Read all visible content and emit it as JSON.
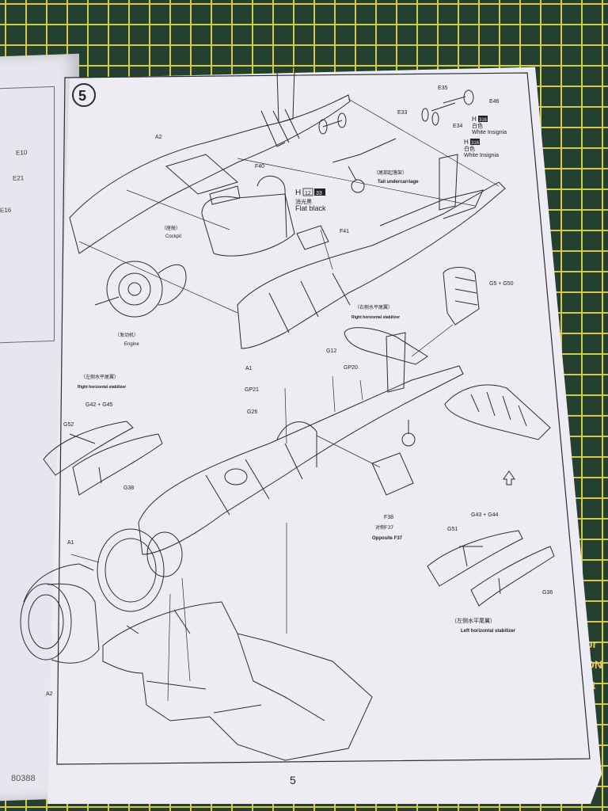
{
  "step_number": "5",
  "page_number": "5",
  "kit_number": "80388",
  "mat_edge_letters": [
    "or",
    "ON",
    "at",
    "t"
  ],
  "colors": {
    "paper": "#edecf3",
    "ink": "#2c2c33",
    "mat_green": "#24402f",
    "mat_grid": "#d6c84a"
  },
  "left_page_labels": [
    "E10",
    "E21",
    "E16"
  ],
  "labels": {
    "e35": "E35",
    "e46": "E46",
    "e33": "E33",
    "e34": "E34",
    "h316_top": "H",
    "h316_top_code": "316",
    "white_cn_top": "白色",
    "white_insignia_top": "White Insignia",
    "h316_bot": "H",
    "h316_bot_code": "316",
    "white_cn_bot": "白色",
    "white_insignia_bot": "White Insignia",
    "tail_cn": "（尾部起落架）",
    "tail_undercarriage": "Tail undercarriage",
    "a2_top": "A2",
    "f40": "F40",
    "h12": "H",
    "h12_code_a": "12",
    "h12_code_b": "33",
    "flat_black_cn": "消光黑",
    "flat_black": "Flat black",
    "cockpit_cn": "（座舱）",
    "cockpit": "Cockpit",
    "f41": "F41",
    "g5_g50": "G5 + G50",
    "engine_cn": "（发动机）",
    "engine": "Engine",
    "right_stab_cn_top": "（右侧水平尾翼）",
    "right_stab_top": "Right horizontal stabilizer",
    "a1_top": "A1",
    "g12": "G12",
    "gp20": "GP20",
    "gp21": "GP21",
    "g26": "G26",
    "right_stab_cn_left": "（左侧水平尾翼）",
    "right_stab_left": "Right horizontal stabilizer",
    "g42_g45": "G42 + G45",
    "g52": "G52",
    "g38": "G38",
    "f38": "F38",
    "opposite_cn": "对侧F37",
    "opposite_f37": "Opposite F37",
    "g43_g44": "G43 + G44",
    "g51": "G51",
    "a1_bot": "A1",
    "g36": "G36",
    "left_stab_cn": "（左侧水平尾翼）",
    "left_stab": "Left horizontal stabilizer",
    "a2_bot": "A2"
  }
}
